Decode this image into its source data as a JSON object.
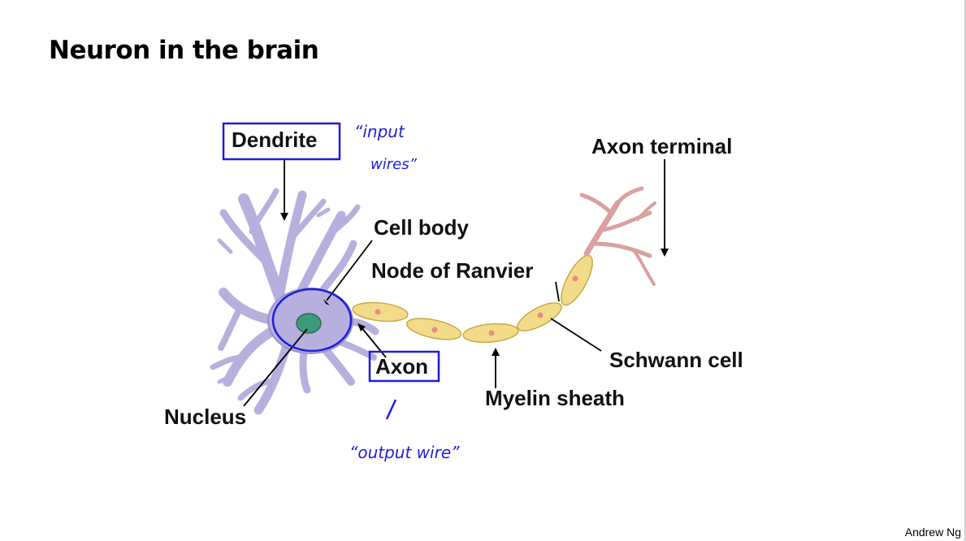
{
  "slide": {
    "title": "Neuron in the brain",
    "credit": "Andrew Ng"
  },
  "diagram": {
    "labels": {
      "dendrite": "Dendrite",
      "axon_terminal": "Axon terminal",
      "cell_body": "Cell body",
      "node_of_ranvier": "Node of Ranvier",
      "axon": "Axon",
      "schwann_cell": "Schwann cell",
      "myelin_sheath": "Myelin sheath",
      "nucleus": "Nucleus"
    },
    "handwritten_notes": {
      "input_line1": "“input",
      "input_line2": "wires”",
      "output": "“output wire”"
    },
    "colors": {
      "neuron_body": "#b7b0de",
      "neuron_outline": "#8a82bd",
      "nucleus": "#3d9a78",
      "myelin": "#f2dc8a",
      "myelin_outline": "#c9a843",
      "myelin_dot": "#e98b80",
      "axon_terminal": "#d9a0a0",
      "annotation": "#1e1ed8"
    }
  }
}
